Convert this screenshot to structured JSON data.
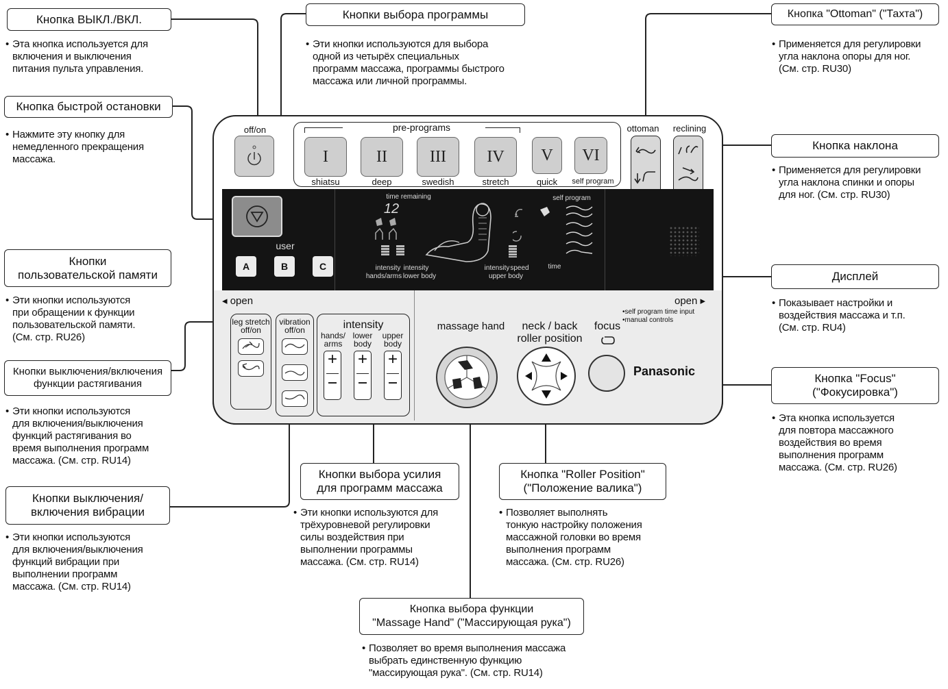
{
  "callouts": {
    "power": {
      "title": "Кнопка ВЫКЛ./ВКЛ.",
      "desc": [
        "Эта кнопка используется для",
        "включения и выключения",
        "питания пульта управления."
      ]
    },
    "stop": {
      "title": "Кнопка быстрой остановки",
      "desc": [
        "Нажмите эту кнопку для",
        "немедленного прекращения",
        "массажа."
      ]
    },
    "memory": {
      "title1": "Кнопки",
      "title2": "пользовательской памяти",
      "desc": [
        "Эти кнопки используются",
        "при обращении к функции",
        "пользовательской памяти.",
        "(См. стр. RU26)"
      ]
    },
    "stretch": {
      "title1": "Кнопки выключения/включения",
      "title2": "функции растягивания",
      "desc": [
        "Эти кнопки используются",
        "для включения/выключения",
        "функций растягивания во",
        "время выполнения программ",
        "массажа. (См. стр. RU14)"
      ]
    },
    "vibration": {
      "title1": "Кнопки выключения/",
      "title2": "включения вибрации",
      "desc": [
        "Эти кнопки используются",
        "для включения/выключения",
        "функций вибрации при",
        "выполнении программ",
        "массажа. (См. стр. RU14)"
      ]
    },
    "programs": {
      "title": "Кнопки выбора программы",
      "desc": [
        "Эти кнопки используются для выбора",
        "одной из четырёх специальных",
        "программ массажа, программы быстрого",
        "массажа или личной программы."
      ]
    },
    "ottoman": {
      "title": "Кнопка \"Ottoman\" (\"Тахта\")",
      "desc": [
        "Применяется для регулировки",
        "угла наклона опоры для ног.",
        "(См. стр. RU30)"
      ]
    },
    "recline": {
      "title": "Кнопка наклона",
      "desc": [
        "Применяется для регулировки",
        "угла наклона спинки и опоры",
        "для ног. (См. стр. RU30)"
      ]
    },
    "display": {
      "title": "Дисплей",
      "desc": [
        "Показывает настройки и",
        "воздействия массажа и т.п.",
        "(См. стр. RU4)"
      ]
    },
    "focus": {
      "title1": "Кнопка \"Focus\"",
      "title2": "(\"Фокусировка\")",
      "desc": [
        "Эта кнопка используется",
        "для повтора массажного",
        "воздействия во время",
        "выполнения программ",
        "массажа. (См. стр. RU26)"
      ]
    },
    "intensity": {
      "title1": "Кнопки выбора усилия",
      "title2": "для программ массажа",
      "desc": [
        "Эти кнопки используются для",
        "трёхуровневой регулировки",
        "силы воздействия при",
        "выполнении программы",
        "массажа. (См. стр. RU14)"
      ]
    },
    "roller": {
      "title1": "Кнопка \"Roller Position\"",
      "title2": "(\"Положение валика\")",
      "desc": [
        "Позволяет выполнять",
        "тонкую настройку положения",
        "массажной головки во время",
        "выполнения программ",
        "массажа. (См. стр. RU26)"
      ]
    },
    "hand": {
      "title1": "Кнопка выбора функции",
      "title2": "\"Massage Hand\" (\"Массирующая рука\")",
      "desc": [
        "Позволяет во время выполнения массажа",
        "выбрать единственную функцию",
        "\"массирующая рука\". (См. стр. RU14)"
      ]
    }
  },
  "remote": {
    "power_label": "off/on",
    "preprograms_label": "pre-programs",
    "programs": [
      {
        "symbol": "I",
        "label": "shiatsu"
      },
      {
        "symbol": "II",
        "label": "deep"
      },
      {
        "symbol": "III",
        "label": "swedish"
      },
      {
        "symbol": "IV",
        "label": "stretch"
      },
      {
        "symbol": "V",
        "label": "quick"
      },
      {
        "symbol": "VI",
        "label": "self program"
      }
    ],
    "ottoman_label": "ottoman",
    "reclining_label": "reclining",
    "user_label": "user",
    "user_buttons": [
      "A",
      "B",
      "C"
    ],
    "display": {
      "time_remaining": "time remaining",
      "time_value": "12",
      "self_program": "self program",
      "intensity1": "intensity",
      "hands_arms": "hands/arms",
      "intensity2": "intensity",
      "lower_body": "lower body",
      "intensity3": "intensity",
      "speed": "speed",
      "upper_body": "upper body",
      "time": "time"
    },
    "open_left": "◂ open",
    "open_right": "open ▸",
    "leg_stretch": "leg stretch",
    "leg_offon": "off/on",
    "vibration": "vibration",
    "vib_offon": "off/on",
    "intensity": "intensity",
    "col_hands": "hands/",
    "col_hands2": "arms",
    "col_lower": "lower",
    "col_lower2": "body",
    "col_upper": "upper",
    "col_upper2": "body",
    "massage_hand": "massage hand",
    "neck_back": "neck / back",
    "roller_position": "roller position",
    "focus": "focus",
    "self_prog_input": "•self program time input",
    "manual_controls": "•manual controls",
    "brand": "Panasonic"
  }
}
